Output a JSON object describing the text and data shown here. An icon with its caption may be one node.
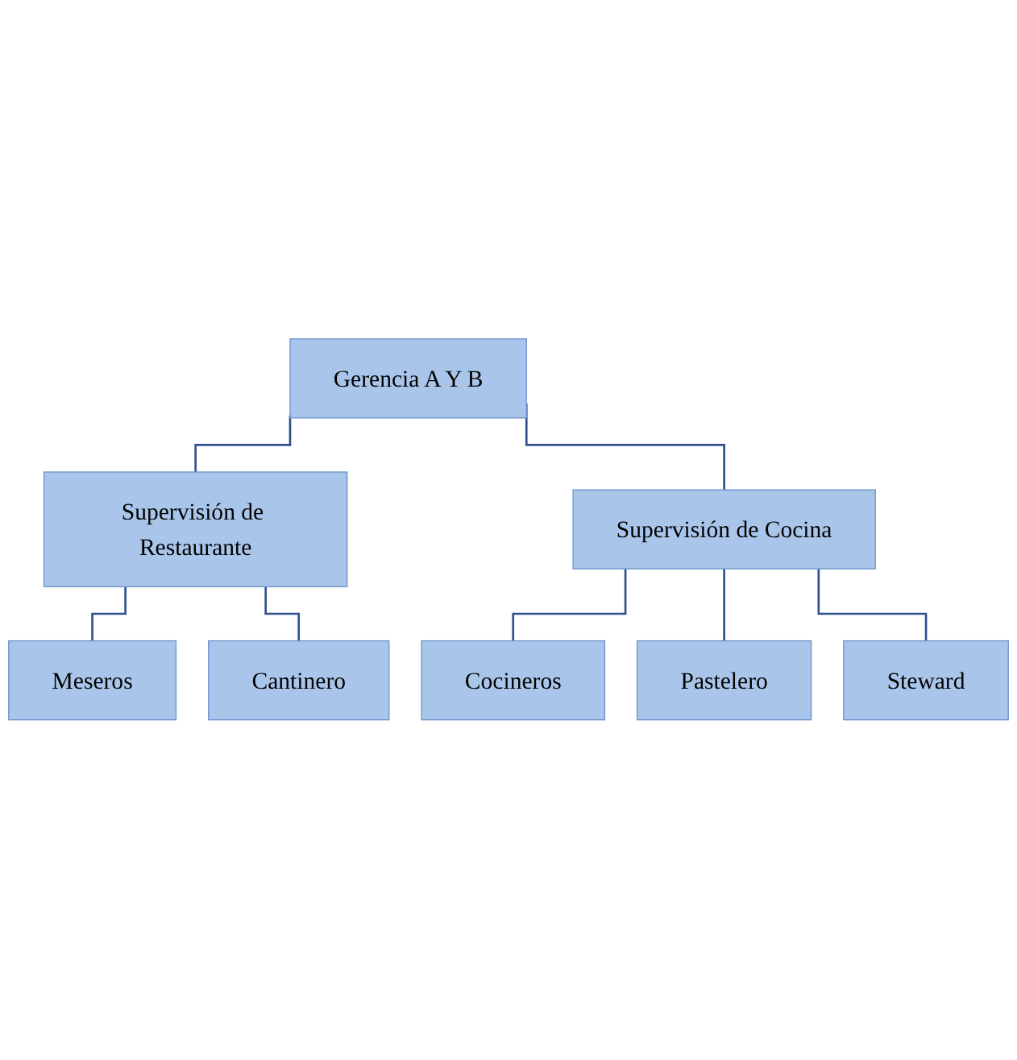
{
  "diagram": {
    "nodes": [
      {
        "text": [
          "Gerencia A Y B"
        ]
      },
      {
        "text": [
          "Supervisión de Restaurante"
        ]
      },
      {
        "text": [
          "Supervisión de Cocina"
        ]
      },
      {
        "text": [
          "Meseros"
        ]
      },
      {
        "text": [
          "Cantinero"
        ]
      },
      {
        "text": [
          "Cocineros"
        ]
      },
      {
        "text": [
          "Pastelero"
        ]
      },
      {
        "text": [
          "Steward"
        ]
      }
    ],
    "edges": [
      {
        "from": 0,
        "to": 1,
        "arrow": "none"
      },
      {
        "from": 0,
        "to": 2,
        "arrow": "none"
      },
      {
        "from": 1,
        "to": 3,
        "arrow": "none"
      },
      {
        "from": 1,
        "to": 4,
        "arrow": "none"
      },
      {
        "from": 2,
        "to": 5,
        "arrow": "none"
      },
      {
        "from": 2,
        "to": 6,
        "arrow": "none"
      },
      {
        "from": 2,
        "to": 7,
        "arrow": "none"
      }
    ]
  }
}
